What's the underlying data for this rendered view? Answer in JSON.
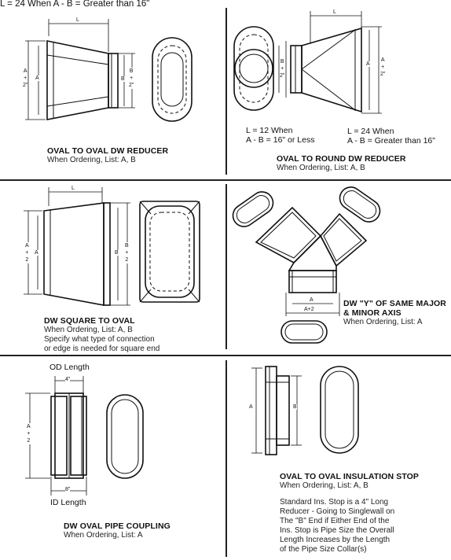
{
  "header": {
    "top_note": "L = 24 When A - B = Greater than 16\""
  },
  "panels": [
    {
      "id": "oval-to-oval-reducer",
      "title": "OVAL TO OVAL DW REDUCER",
      "ordering": "When Ordering, List: A, B",
      "dims": {
        "l": "L",
        "a": "A",
        "a2": "A\n+\n2\"",
        "b": "B",
        "b2": "B\n+\n2\""
      }
    },
    {
      "id": "oval-to-round-reducer",
      "title": "OVAL TO ROUND DW REDUCER",
      "ordering": "When Ordering, List: A, B",
      "note_left": [
        "L = 12 When",
        "A - B = 16\" or Less"
      ],
      "note_right": [
        "L = 24 When",
        "A - B = Greater than 16\""
      ],
      "dims": {
        "l": "L",
        "a": "A",
        "a2": "A\n+\n2\"",
        "b": "B",
        "b2": "B\n+\n2\""
      }
    },
    {
      "id": "square-to-oval",
      "title": "DW SQUARE TO OVAL",
      "ordering": "When Ordering, List: A, B",
      "note": [
        "Specify what type of connection",
        "or edge is needed for square end"
      ],
      "dims": {
        "l": "L",
        "a": "A",
        "a2": "A\n+\n2",
        "b": "B",
        "b2": "B\n+\n2"
      }
    },
    {
      "id": "y-same-axis",
      "title_lines": [
        "DW \"Y\" OF SAME MAJOR",
        "& MINOR AXIS"
      ],
      "ordering": "When Ordering, List: A",
      "dims": {
        "a": "A",
        "a2": "A+2"
      }
    },
    {
      "id": "oval-pipe-coupling",
      "title": "DW OVAL PIPE COUPLING",
      "ordering": "When Ordering, List: A",
      "od_length": "OD Length",
      "id_length": "ID Length",
      "four_in": "4\"",
      "eight_in": "8\"",
      "dims": {
        "a2": "A\n+\n2"
      }
    },
    {
      "id": "oval-insulation-stop",
      "title": "OVAL TO OVAL INSULATION STOP",
      "ordering": "When Ordering, List: A, B",
      "note": [
        "Standard Ins. Stop is a 4\" Long",
        "Reducer - Going to Singlewall on",
        "The \"B\" End if Either End of the",
        "Ins. Stop is Pipe Size the Overall",
        "Length Increases by the Length",
        "of the Pipe Size Collar(s)"
      ],
      "dims": {
        "a": "A",
        "b": "B"
      }
    }
  ]
}
